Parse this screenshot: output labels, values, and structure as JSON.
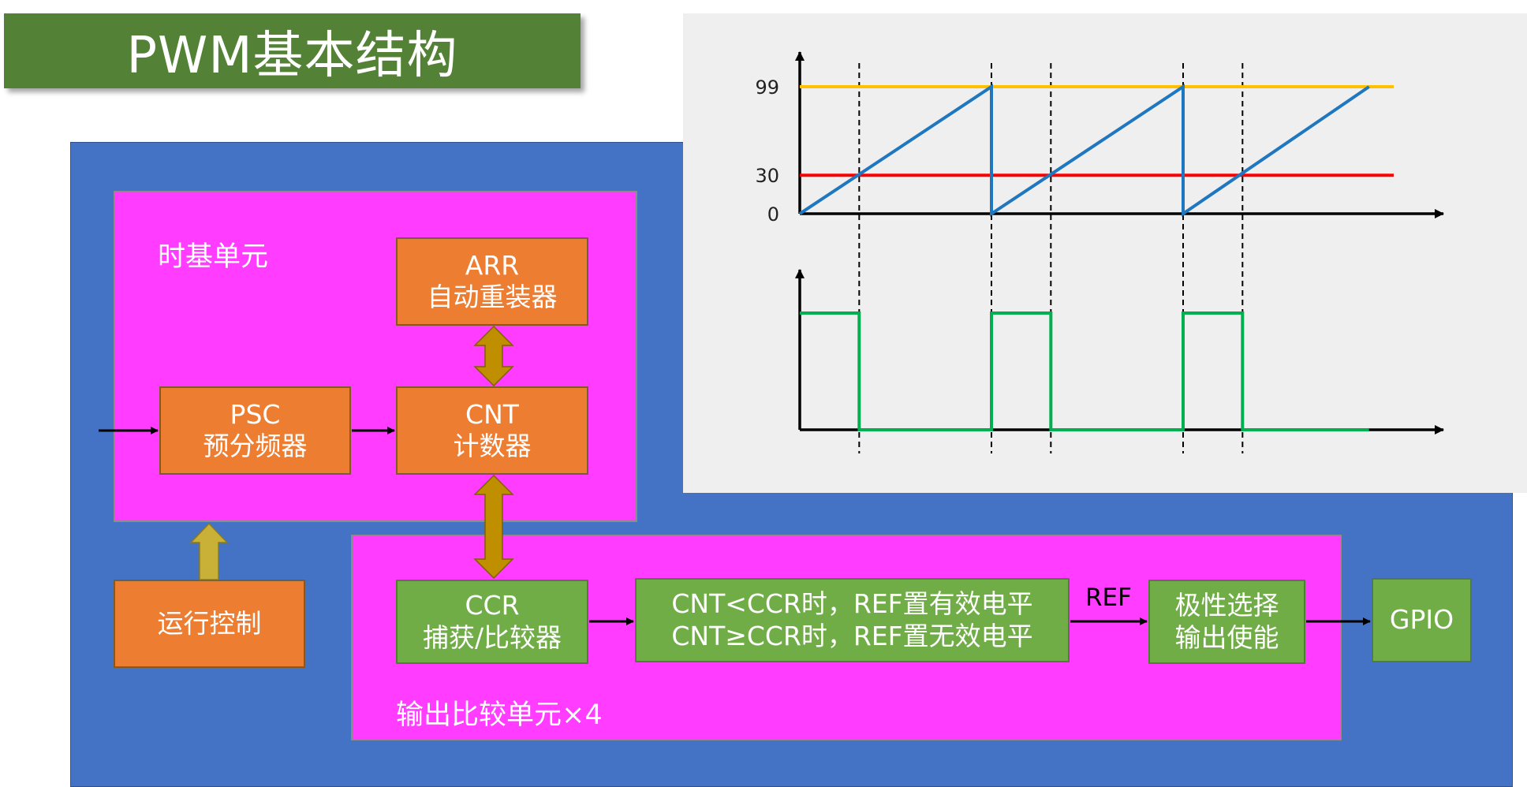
{
  "title": "PWM基本结构",
  "time_base_unit": {
    "label": "时基单元",
    "arr": {
      "line1": "ARR",
      "line2": "自动重装器"
    },
    "psc": {
      "line1": "PSC",
      "line2": "预分频器"
    },
    "cnt": {
      "line1": "CNT",
      "line2": "计数器"
    }
  },
  "run_control": {
    "label": "运行控制"
  },
  "output_compare_unit": {
    "label": "输出比较单元×4",
    "ccr": {
      "line1": "CCR",
      "line2": "捕获/比较器"
    },
    "compare_rule": {
      "line1": "CNT<CCR时，REF置有效电平",
      "line2": "CNT≥CCR时，REF置无效电平"
    },
    "ref_label": "REF",
    "polarity": {
      "line1": "极性选择",
      "line2": "输出使能"
    }
  },
  "gpio": {
    "label": "GPIO"
  },
  "colors": {
    "title_bg": "#538135",
    "panel_blue": "#4472c4",
    "pink": "#ff3cff",
    "orange_block": "#ed7d31",
    "green_block": "#70ad47",
    "double_arrow": "#bf8f00",
    "up_arrow": "#c9b037",
    "counter_line": "#1f77c0",
    "arr_line": "#ffc000",
    "ccr_line": "#ff0000",
    "pwm_line": "#00b050"
  },
  "chart_data": {
    "type": "line",
    "ticks": [
      "0",
      "30",
      "99"
    ],
    "series": [
      {
        "role": "arr",
        "values": [
          99
        ]
      },
      {
        "role": "ccr",
        "values": [
          30
        ]
      },
      {
        "role": "counter",
        "x": [
          0,
          1,
          1,
          2,
          2,
          2.97
        ],
        "values": [
          0,
          99,
          0,
          99,
          0,
          99
        ]
      },
      {
        "role": "pwm",
        "x": [
          0,
          0.31,
          0.31,
          1,
          1,
          1.31,
          1.31,
          2,
          2,
          2.31,
          2.31,
          2.97
        ],
        "values": [
          1,
          1,
          0,
          0,
          1,
          1,
          0,
          0,
          1,
          1,
          0,
          0
        ]
      }
    ],
    "crossings": [
      0.31,
      1,
      1.31,
      2,
      2.31
    ],
    "ylim": [
      0,
      99
    ],
    "grid": false
  }
}
